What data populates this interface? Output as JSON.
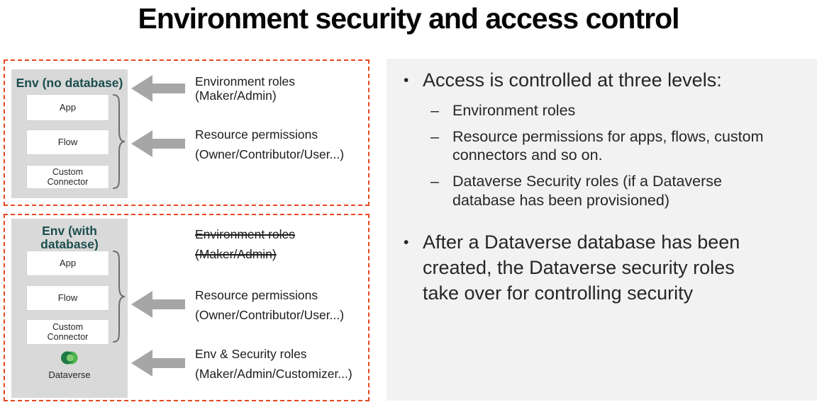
{
  "page": {
    "title": "Environment security and access control"
  },
  "colors": {
    "dashed_border": "#E8481E",
    "env_panel": "#D9D9D9",
    "env_title": "#1D4E4E",
    "arrow": "#A6A6A6",
    "brace": "#6E6E6E",
    "notes_panel": "#F2F2F2",
    "dataverse_dark": "#1E7A45",
    "dataverse_mid": "#4CB64C",
    "dataverse_light": "#7ECB72"
  },
  "env_no_db": {
    "title": "Env (no database)",
    "boxes": [
      "App",
      "Flow",
      "Custom\nConnector"
    ],
    "annotations": [
      {
        "text": "Environment roles\n(Maker/Admin)",
        "arrow": true,
        "strike": false
      },
      {
        "text": "Resource permissions\n(Owner/Contributor/User...)",
        "arrow": true,
        "strike": false
      }
    ]
  },
  "env_with_db": {
    "title": "Env (with\ndatabase)",
    "boxes": [
      "App",
      "Flow",
      "Custom\nConnector"
    ],
    "dataverse_label": "Dataverse",
    "annotations": [
      {
        "text": "Environment roles\n(Maker/Admin)",
        "arrow": false,
        "strike": true
      },
      {
        "text": "Resource permissions\n(Owner/Contributor/User...)",
        "arrow": true,
        "strike": false
      },
      {
        "text": "Env & Security roles\n(Maker/Admin/Customizer...)",
        "arrow": true,
        "strike": false
      }
    ]
  },
  "notes": {
    "bullet_char": "•",
    "dash_char": "–",
    "bullet1": "Access is controlled at three levels:",
    "sub_bullets": [
      "Environment roles",
      "Resource permissions for apps, flows, custom\nconnectors and so on.",
      "Dataverse Security roles (if a Dataverse\ndatabase has been provisioned)"
    ],
    "bullet2": "After a Dataverse database has been\ncreated, the Dataverse security roles\ntake over for controlling security"
  }
}
